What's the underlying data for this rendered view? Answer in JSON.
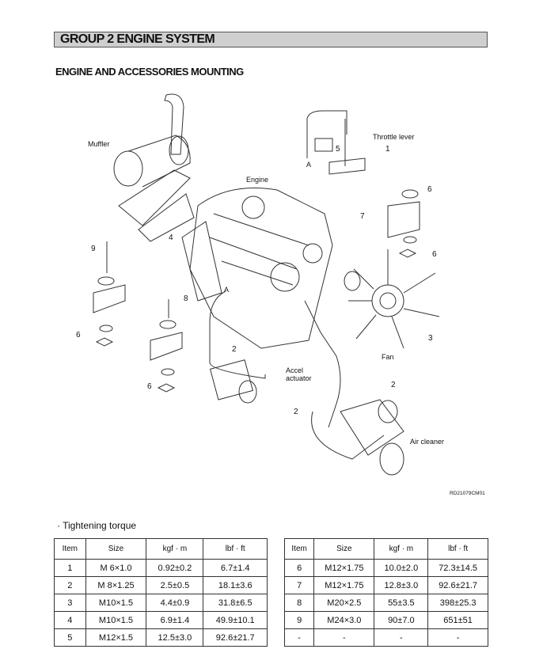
{
  "header": {
    "group_title": "GROUP  2  ENGINE SYSTEM",
    "section_title": "ENGINE AND ACCESSORIES MOUNTING"
  },
  "diagram": {
    "labels": [
      "Muffler",
      "Engine",
      "Throttle lever",
      "A",
      "A",
      "Fan",
      "Accel actuator",
      "Air cleaner"
    ],
    "callouts": [
      "5",
      "1",
      "6",
      "7",
      "6",
      "4",
      "9",
      "8",
      "6",
      "2",
      "6",
      "3",
      "2",
      "2"
    ],
    "figure_code": "RD21079CM01"
  },
  "torque": {
    "title": "· Tightening torque",
    "headers": [
      "Item",
      "Size",
      "kgf · m",
      "lbf · ft"
    ],
    "left_rows": [
      [
        "1",
        "M 6×1.0",
        "0.92±0.2",
        "6.7±1.4"
      ],
      [
        "2",
        "M 8×1.25",
        "2.5±0.5",
        "18.1±3.6"
      ],
      [
        "3",
        "M10×1.5",
        "4.4±0.9",
        "31.8±6.5"
      ],
      [
        "4",
        "M10×1.5",
        "6.9±1.4",
        "49.9±10.1"
      ],
      [
        "5",
        "M12×1.5",
        "12.5±3.0",
        "92.6±21.7"
      ]
    ],
    "right_rows": [
      [
        "6",
        "M12×1.75",
        "10.0±2.0",
        "72.3±14.5"
      ],
      [
        "7",
        "M12×1.75",
        "12.8±3.0",
        "92.6±21.7"
      ],
      [
        "8",
        "M20×2.5",
        "55±3.5",
        "398±25.3"
      ],
      [
        "9",
        "M24×3.0",
        "90±7.0",
        "651±51"
      ],
      [
        "-",
        "-",
        "-",
        "-"
      ]
    ]
  }
}
